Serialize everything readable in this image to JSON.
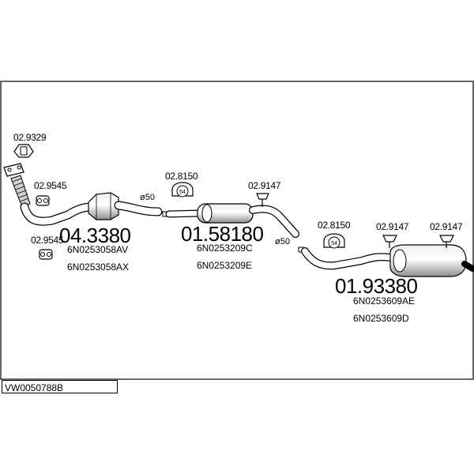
{
  "diagram_code": "VW0050788B",
  "components": {
    "front_pipe": {
      "part_number": "04.3380",
      "oe_numbers": [
        "6N0253058AV",
        "6N0253058AX"
      ],
      "accessories": [
        "02.9329",
        "02.9545",
        "02.9545"
      ]
    },
    "middle_silencer": {
      "part_number": "01.58180",
      "oe_numbers": [
        "6N0253209C",
        "6N0253209E"
      ],
      "accessories": [
        "02.8150",
        "02.9147"
      ],
      "diameter_in": "ø50",
      "diameter_out": "ø50",
      "clamp_size": "54"
    },
    "rear_silencer": {
      "part_number": "01.93380",
      "oe_numbers": [
        "6N0253609AE",
        "6N0253609D"
      ],
      "accessories": [
        "02.8150",
        "02.9147",
        "02.9147"
      ],
      "clamp_size": "54"
    }
  },
  "colors": {
    "line": "#000000",
    "fill": "#ffffff",
    "shade": "#9a9a9a"
  }
}
